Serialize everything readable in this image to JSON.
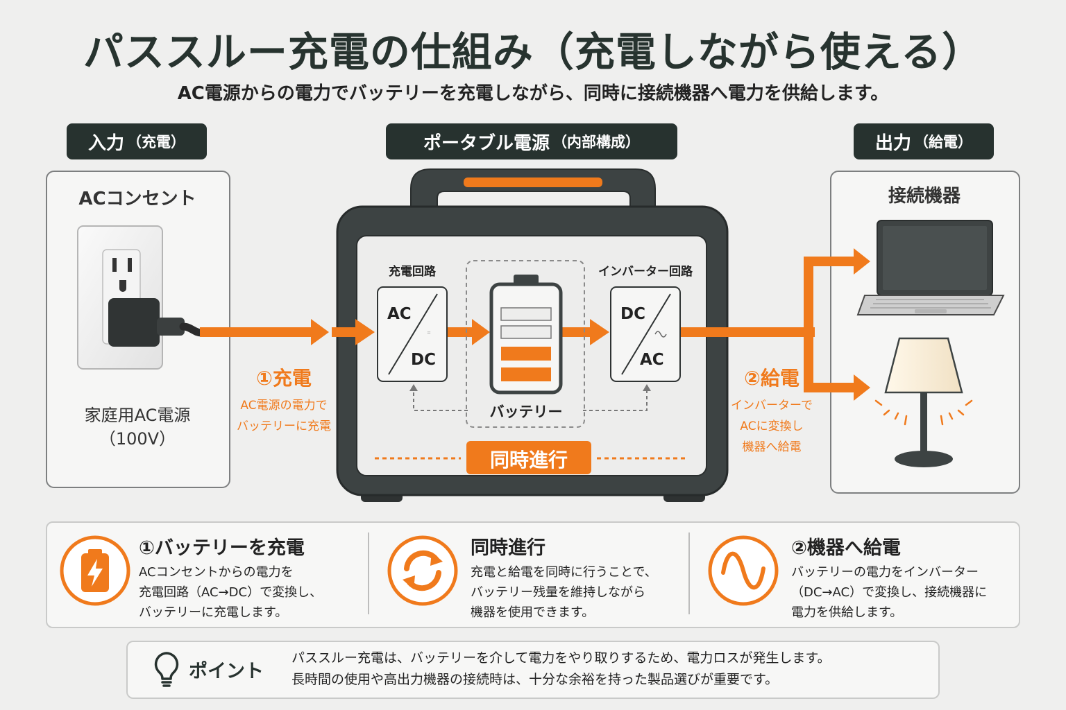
{
  "title": "パススルー充電の仕組み（充電しながら使える）",
  "subtitle": "AC電源からの電力でバッテリーを充電しながら、同時に接続機器へ電力を供給します。",
  "colors": {
    "accent": "#f07a1c",
    "dark": "#27322f",
    "panel_border": "#7d7f80",
    "background": "#efefee"
  },
  "input": {
    "header": "入力",
    "header_sub": "（充電）",
    "panel_title": "ACコンセント",
    "label_line1": "家庭用AC電源",
    "label_line2": "（100V）"
  },
  "device": {
    "header": "ポータブル電源",
    "header_sub": "（内部構成）",
    "charge_circuit_label": "充電回路",
    "charge_circuit_top": "AC",
    "charge_circuit_bottom": "DC",
    "battery_label": "バッテリー",
    "inverter_label": "インバーター回路",
    "inverter_top": "DC",
    "inverter_bottom": "AC",
    "simultaneous_label": "同時進行"
  },
  "steps": {
    "charge_title": "①充電",
    "charge_desc_1": "AC電源の電力で",
    "charge_desc_2": "バッテリーに充電",
    "supply_title": "②給電",
    "supply_desc_1": "インバーターで",
    "supply_desc_2": "ACに変換し",
    "supply_desc_3": "機器へ給電"
  },
  "output": {
    "header": "出力",
    "header_sub": "（給電）",
    "panel_title": "接続機器"
  },
  "info": [
    {
      "icon": "battery-charge-icon",
      "title": "①バッテリーを充電",
      "lines": [
        "ACコンセントからの電力を",
        "充電回路（AC→DC）で変換し、",
        "バッテリーに充電します。"
      ]
    },
    {
      "icon": "sync-icon",
      "title": "同時進行",
      "lines": [
        "充電と給電を同時に行うことで、",
        "バッテリー残量を維持しながら",
        "機器を使用できます。"
      ]
    },
    {
      "icon": "sine-wave-icon",
      "title": "②機器へ給電",
      "lines": [
        "バッテリーの電力をインバーター",
        "（DC→AC）で変換し、接続機器に",
        "電力を供給します。"
      ]
    }
  ],
  "point": {
    "label": "ポイント",
    "line1": "パススルー充電は、バッテリーを介して電力をやり取りするため、電力ロスが発生します。",
    "line2": "長時間の使用や高出力機器の接続時は、十分な余裕を持った製品選びが重要です。"
  }
}
